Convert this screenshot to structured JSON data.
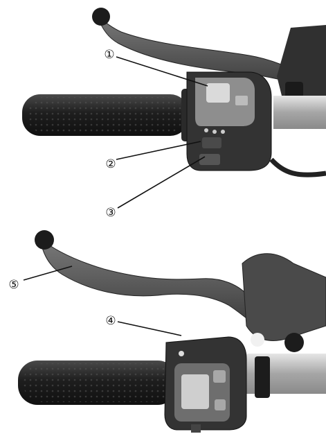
{
  "figure": {
    "callouts": [
      {
        "id": "c1",
        "label": "①"
      },
      {
        "id": "c2",
        "label": "②"
      },
      {
        "id": "c3",
        "label": "③"
      },
      {
        "id": "c4",
        "label": "④"
      },
      {
        "id": "c5",
        "label": "⑤"
      }
    ],
    "colors": {
      "background": "#ffffff",
      "rubber": "#2a2a2a",
      "lever": "#555555",
      "housing": "#3a3a3a",
      "chrome": "#b8b8b8"
    }
  }
}
